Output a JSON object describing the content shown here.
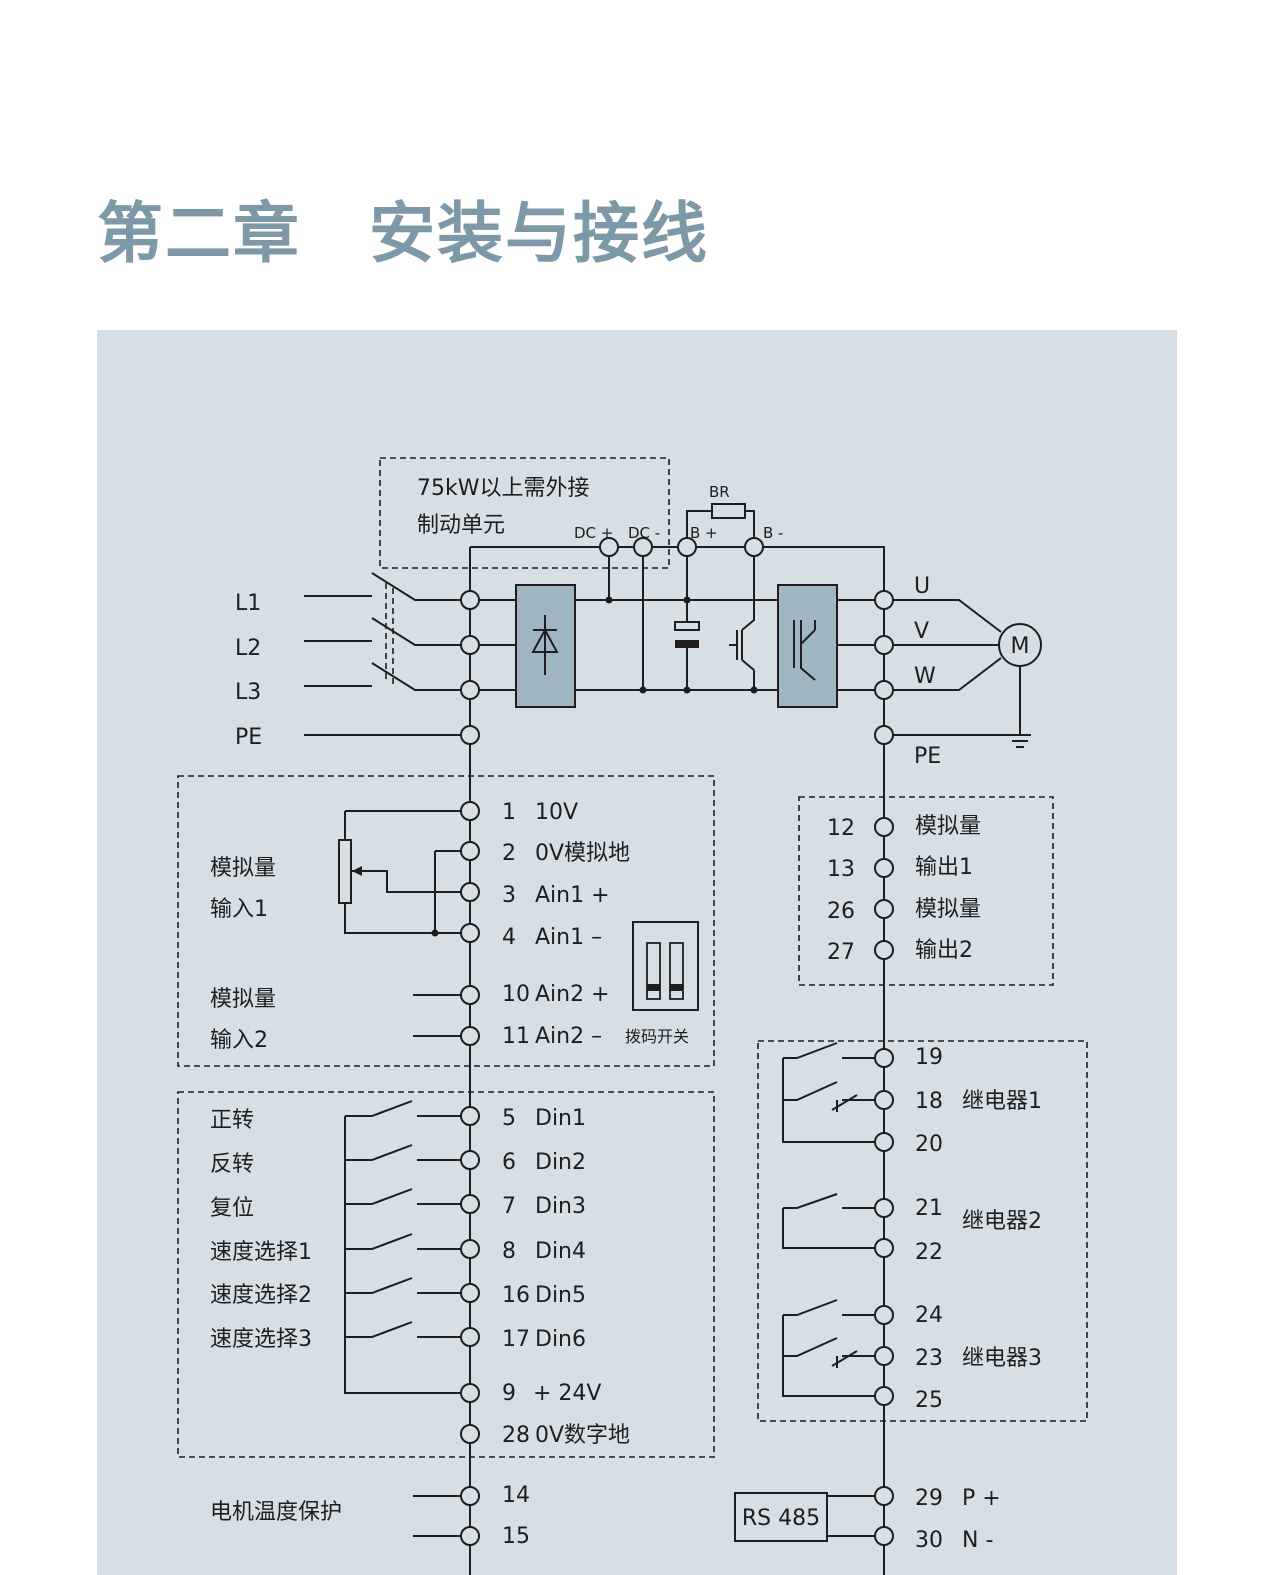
{
  "page": {
    "chapter_title": "第二章　安装与接线"
  },
  "power": {
    "brake_note_line1": "75kW以上需外接",
    "brake_note_line2": "制动单元",
    "dc_plus": "DC +",
    "dc_minus": "DC -",
    "br": "BR",
    "b_plus": "B +",
    "b_minus": "B -",
    "inputs": [
      "L1",
      "L2",
      "L3",
      "PE"
    ],
    "outputs": [
      "U",
      "V",
      "W"
    ],
    "pe_out": "PE",
    "motor": "M"
  },
  "analog_input": {
    "group1_line1": "模拟量",
    "group1_line2": "输入1",
    "group2_line1": "模拟量",
    "group2_line2": "输入2",
    "dip_label": "拨码开关",
    "terminals": [
      {
        "num": "1",
        "label": "10V"
      },
      {
        "num": "2",
        "label": "0V模拟地"
      },
      {
        "num": "3",
        "label": "Ain1 +"
      },
      {
        "num": "4",
        "label": "Ain1 –"
      },
      {
        "num": "10",
        "label": "Ain2 +"
      },
      {
        "num": "11",
        "label": "Ain2 –"
      }
    ]
  },
  "digital_input": {
    "labels": [
      "正转",
      "反转",
      "复位",
      "速度选择1",
      "速度选择2",
      "速度选择3"
    ],
    "terminals": [
      {
        "num": "5",
        "label": "Din1"
      },
      {
        "num": "6",
        "label": "Din2"
      },
      {
        "num": "7",
        "label": "Din3"
      },
      {
        "num": "8",
        "label": "Din4"
      },
      {
        "num": "16",
        "label": "Din5"
      },
      {
        "num": "17",
        "label": "Din6"
      },
      {
        "num": "9",
        "label": "+ 24V"
      },
      {
        "num": "28",
        "label": "0V数字地"
      }
    ]
  },
  "motor_temp": {
    "label": "电机温度保护",
    "terminals": [
      "14",
      "15"
    ]
  },
  "analog_output": {
    "nums": [
      "12",
      "13",
      "26",
      "27"
    ],
    "labels": [
      "模拟量",
      "输出1",
      "模拟量",
      "输出2"
    ]
  },
  "relays": {
    "nums": [
      "19",
      "18",
      "20",
      "21",
      "22",
      "24",
      "23",
      "25"
    ],
    "labels": [
      "继电器1",
      "继电器2",
      "继电器3"
    ]
  },
  "comm": {
    "label": "RS 485",
    "terminals": [
      {
        "num": "29",
        "label": "P +"
      },
      {
        "num": "30",
        "label": "N -"
      }
    ]
  }
}
